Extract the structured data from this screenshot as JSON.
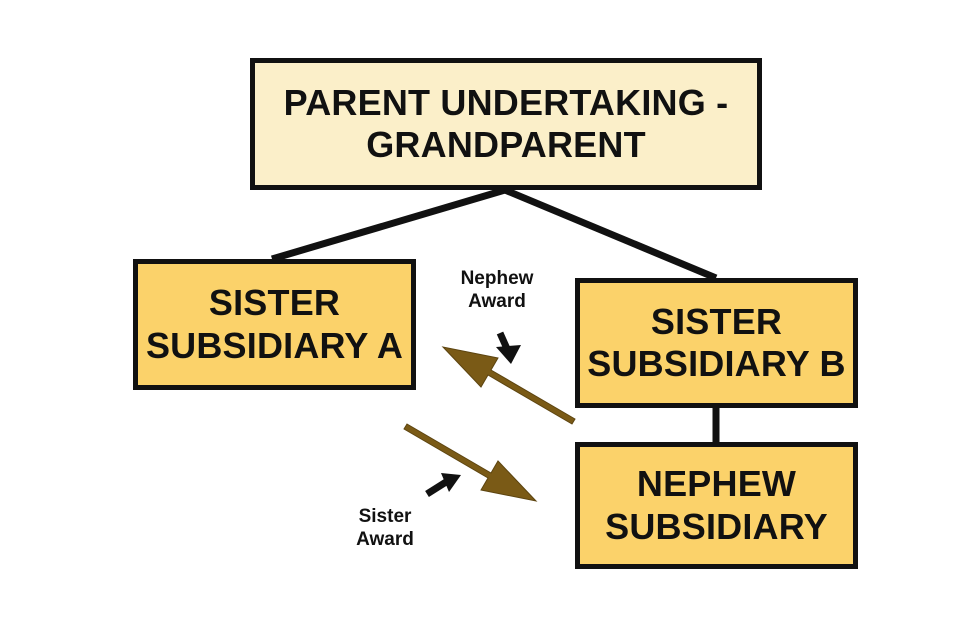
{
  "colors": {
    "parent_fill": "#fbefc9",
    "subsidiary_fill": "#fbd26a",
    "border": "#111111",
    "award_arrow": "#7a5a16",
    "pointer_arrow": "#111111"
  },
  "boxes": {
    "parent": {
      "line1": "PARENT UNDERTAKING -",
      "line2": "GRANDPARENT"
    },
    "sister_a": {
      "line1": "SISTER",
      "line2": "SUBSIDIARY A"
    },
    "sister_b": {
      "line1": "SISTER",
      "line2": "SUBSIDIARY B"
    },
    "nephew": {
      "line1": "NEPHEW",
      "line2": "SUBSIDIARY"
    }
  },
  "labels": {
    "nephew_award": {
      "line1": "Nephew",
      "line2": "Award"
    },
    "sister_award": {
      "line1": "Sister",
      "line2": "Award"
    }
  },
  "arrows": [
    {
      "from": "Sister Subsidiary B",
      "to": "Sister Subsidiary A",
      "label": "Nephew Award"
    },
    {
      "from": "Sister Subsidiary A",
      "to": "Nephew Subsidiary",
      "label": "Sister Award"
    }
  ]
}
